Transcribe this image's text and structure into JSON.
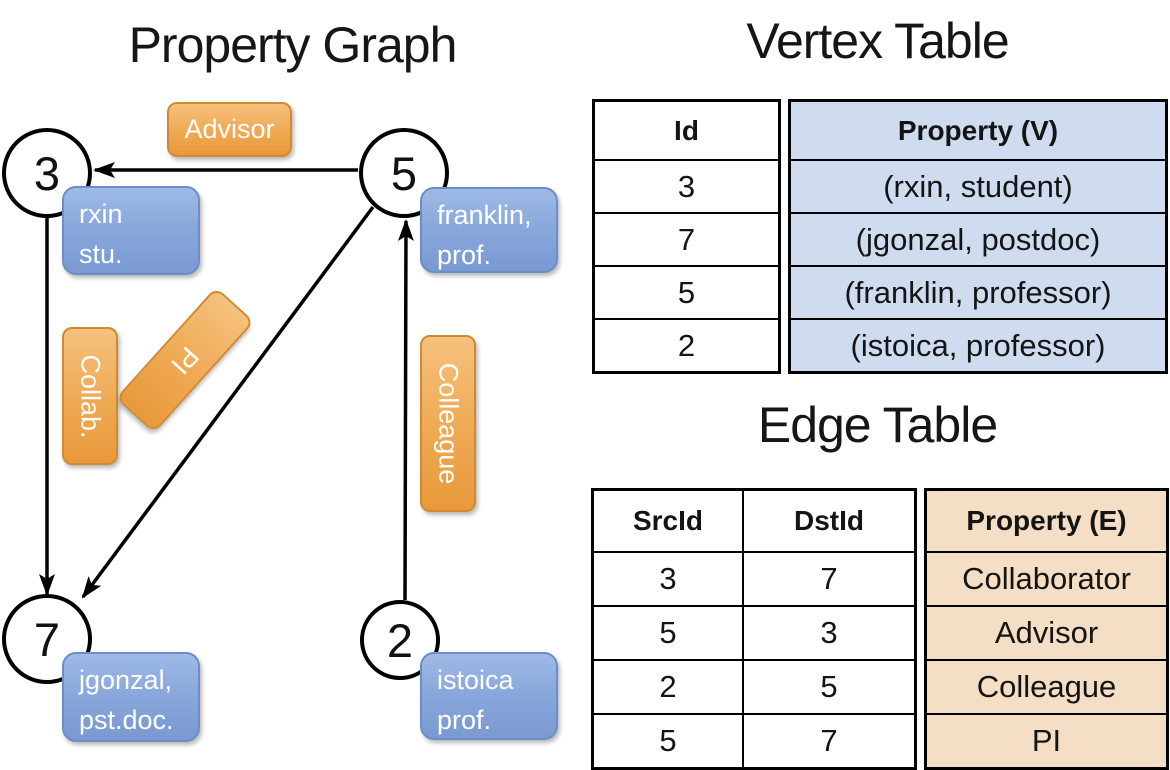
{
  "graph": {
    "title": "Property Graph",
    "vertices": [
      {
        "id": "3",
        "label_lines": [
          "rxin",
          "stu."
        ]
      },
      {
        "id": "5",
        "label_lines": [
          "franklin,",
          "prof."
        ]
      },
      {
        "id": "7",
        "label_lines": [
          "jgonzal,",
          "pst.doc."
        ]
      },
      {
        "id": "2",
        "label_lines": [
          "istoica",
          "prof."
        ]
      }
    ],
    "edge_labels": {
      "advisor": "Advisor",
      "collab": "Collab.",
      "pi": "PI",
      "colleague": "Colleague"
    }
  },
  "vertex_table": {
    "title": "Vertex Table",
    "columns": {
      "id": "Id",
      "property": "Property (V)"
    },
    "rows": [
      {
        "id": "3",
        "property": "(rxin, student)"
      },
      {
        "id": "7",
        "property": "(jgonzal, postdoc)"
      },
      {
        "id": "5",
        "property": "(franklin, professor)"
      },
      {
        "id": "2",
        "property": "(istoica, professor)"
      }
    ]
  },
  "edge_table": {
    "title": "Edge Table",
    "columns": {
      "src": "SrcId",
      "dst": "DstId",
      "property": "Property (E)"
    },
    "rows": [
      {
        "src": "3",
        "dst": "7",
        "property": "Collaborator"
      },
      {
        "src": "5",
        "dst": "3",
        "property": "Advisor"
      },
      {
        "src": "2",
        "dst": "5",
        "property": "Colleague"
      },
      {
        "src": "5",
        "dst": "7",
        "property": "PI"
      }
    ]
  },
  "colors": {
    "edge_label_orange": "#efa953",
    "vertex_label_blue": "#8aa8db",
    "vertex_property_bg": "#cfdcf0",
    "edge_property_bg": "#f4dfc6",
    "stroke_black": "#000000"
  }
}
